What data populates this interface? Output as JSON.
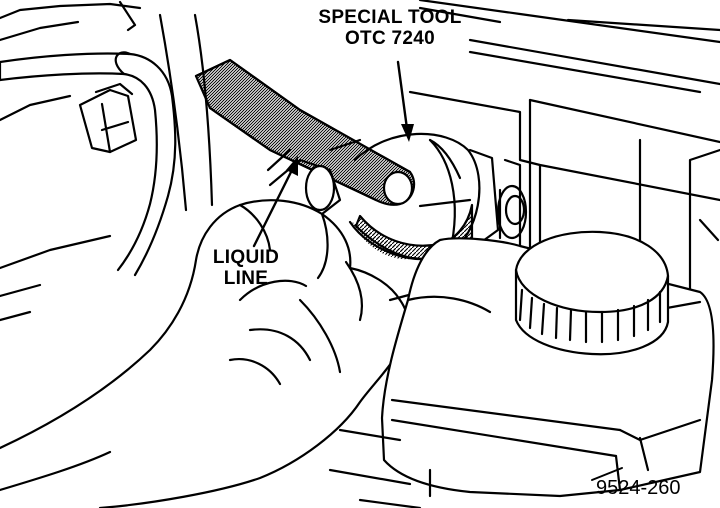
{
  "labels": {
    "special_tool_line1": "SPECIAL TOOL",
    "special_tool_line2": "OTC 7240",
    "liquid_line_line1": "LIQUID",
    "liquid_line_line2": "LINE",
    "figure_number": "9524-260"
  },
  "colors": {
    "ink": "#000000",
    "paper": "#ffffff"
  }
}
